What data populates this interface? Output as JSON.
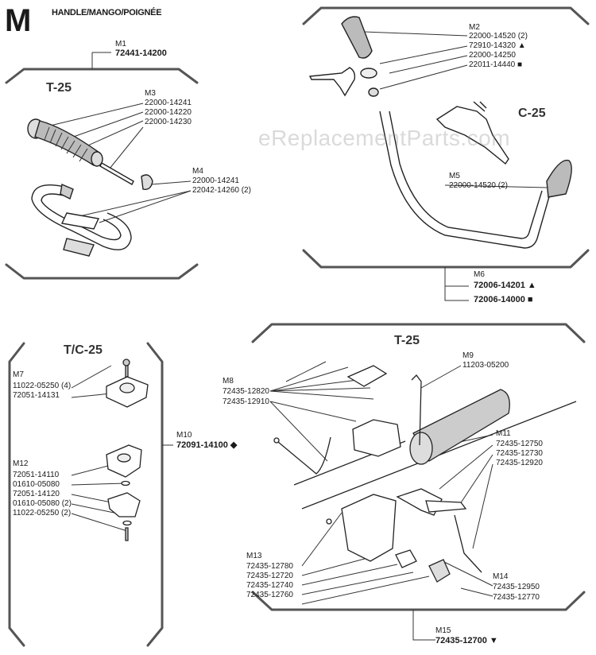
{
  "page": {
    "letter": "M",
    "header": "HANDLE/MANGO/POIGNÉE",
    "watermark": "eReplacementParts.com"
  },
  "sections": {
    "t25_top": "T-25",
    "c25": "C-25",
    "tc25": "T/C-25",
    "t25_bottom": "T-25"
  },
  "callouts": [
    {
      "id": "M1",
      "parts": [
        "72441-14200"
      ]
    },
    {
      "id": "M2",
      "parts": [
        "22000-14520 (2)",
        "72910-14320 ▲",
        "22000-14250",
        "22011-14440 ■"
      ]
    },
    {
      "id": "M3",
      "parts": [
        "22000-14241",
        "22000-14220",
        "22000-14230"
      ]
    },
    {
      "id": "M4",
      "parts": [
        "22000-14241",
        "22042-14260 (2)"
      ]
    },
    {
      "id": "M5",
      "parts": [
        "22000-14520 (2)"
      ]
    },
    {
      "id": "M6",
      "parts": [
        "72006-14201 ▲",
        "72006-14000 ■"
      ]
    },
    {
      "id": "M7",
      "parts": [
        "11022-05250 (4)",
        "72051-14131"
      ]
    },
    {
      "id": "M8",
      "parts": [
        "72435-12820",
        "72435-12910"
      ]
    },
    {
      "id": "M9",
      "parts": [
        "11203-05200"
      ]
    },
    {
      "id": "M10",
      "parts": [
        "72091-14100 ◆"
      ]
    },
    {
      "id": "M11",
      "parts": [
        "72435-12750",
        "72435-12730",
        "72435-12920"
      ]
    },
    {
      "id": "M12",
      "parts": [
        "72051-14110",
        "01610-05080",
        "72051-14120",
        "01610-05080 (2)",
        "11022-05250 (2)"
      ]
    },
    {
      "id": "M13",
      "parts": [
        "72435-12780",
        "72435-12720",
        "72435-12740",
        "72435-12760"
      ]
    },
    {
      "id": "M14",
      "parts": [
        "72435-12950",
        "72435-12770"
      ]
    },
    {
      "id": "M15",
      "parts": [
        "72435-12700 ▼"
      ]
    }
  ]
}
